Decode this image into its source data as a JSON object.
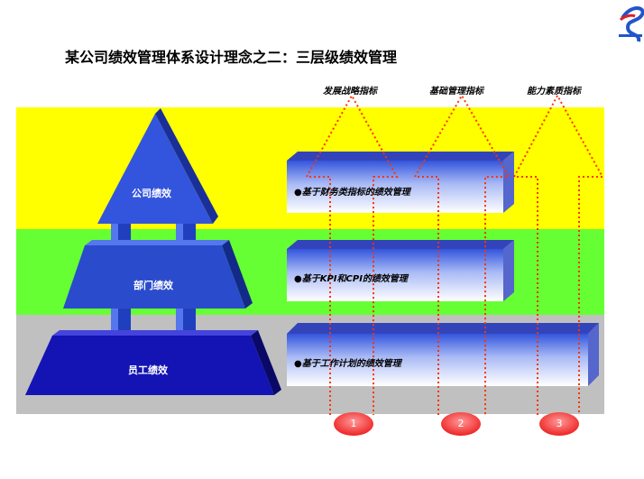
{
  "title": "某公司绩效管理体系设计理念之二：三层级绩效管理",
  "tiers": [
    {
      "label": "公司绩效",
      "color": "#3355cc"
    },
    {
      "label": "部门绩效",
      "color": "#2244bb"
    },
    {
      "label": "员工绩效",
      "color": "#1111aa"
    }
  ],
  "boxes": [
    "●基于财务类指标的绩效管理",
    "●基于KPI和CPI的绩效管理",
    "●基于工作计划的绩效管理"
  ],
  "indicators": [
    {
      "label": "发展战略指标",
      "number": "1"
    },
    {
      "label": "基础管理指标",
      "number": "2"
    },
    {
      "label": "能力素质指标",
      "number": "3"
    }
  ],
  "colors": {
    "band_top": "#ffff00",
    "band_middle": "#66ff33",
    "band_bottom": "#c0c0c0",
    "arrow": "#ff3300"
  }
}
